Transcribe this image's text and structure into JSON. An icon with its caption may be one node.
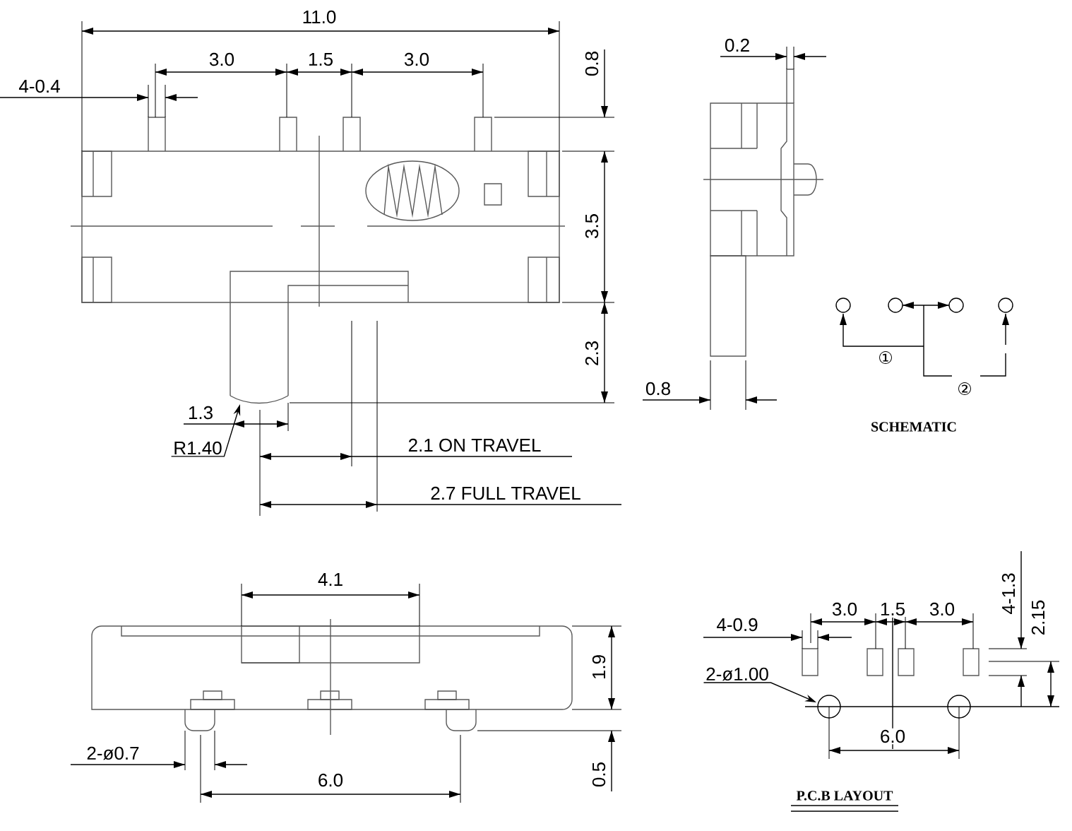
{
  "diagram": {
    "nodes": [
      {
        "text": [
          "R1.40"
        ]
      },
      {
        "text": [
          "2-ø1.00"
        ]
      }
    ],
    "edges": [
      {
        "from": 0,
        "to": null,
        "arrow": "to"
      },
      {
        "from": 1,
        "to": null,
        "arrow": "to"
      }
    ],
    "labels": [
      "11.0",
      "0.8",
      "3.0",
      "1.5",
      "3.0",
      "4-0.4",
      "3.5",
      "2.3",
      "1.3",
      "2.1 ON TRAVEL",
      "2.7 FULL TRAVEL",
      "0.2",
      "0.8",
      "①",
      "②",
      "SCHEMATIC",
      "4.1",
      "1.9",
      "2-ø0.7",
      "0.5",
      "6.0",
      "4-1.3",
      "2.15",
      "3.0",
      "1.5",
      "3.0",
      "4-0.9",
      "6.0",
      "P.C.B LAYOUT"
    ]
  }
}
